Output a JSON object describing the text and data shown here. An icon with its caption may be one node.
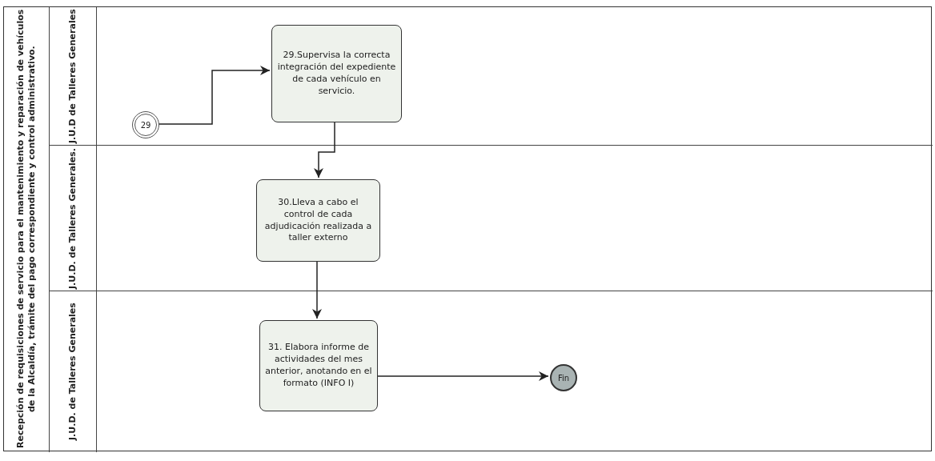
{
  "diagram": {
    "nodes": [
      {
        "text": [
          "Recepción de requisiciones de servicio para el mantenimiento y reparación de vehículos de la Alcaldía, trámite del pago correspondiente y control administrativo."
        ]
      },
      {
        "text": [
          "J.U.D de Talleres Generales"
        ],
        "in": 0
      },
      {
        "text": [
          "J.U.D. de Talleres Generales."
        ],
        "in": 0
      },
      {
        "text": [
          "J.U.D. de Talleres Generales"
        ],
        "in": 0
      },
      {
        "text": [
          "29"
        ],
        "in": 1
      },
      {
        "text": [
          "29.Supervisa la correcta integración del expediente de cada vehículo en servicio."
        ],
        "in": 1
      },
      {
        "text": [
          "30.Lleva a cabo el control de cada adjudicación realizada a taller externo"
        ],
        "in": 2
      },
      {
        "text": [
          "31. Elabora informe de actividades del mes anterior, anotando en el formato (INFO I)"
        ],
        "in": 3
      },
      {
        "text": [
          "Fin"
        ],
        "in": 3
      }
    ],
    "edges": [
      {
        "from": 4,
        "to": 5,
        "arrow": "to"
      },
      {
        "from": 5,
        "to": 6,
        "arrow": "to"
      },
      {
        "from": 6,
        "to": 7,
        "arrow": "to"
      },
      {
        "from": 7,
        "to": 8,
        "arrow": "to"
      }
    ]
  }
}
